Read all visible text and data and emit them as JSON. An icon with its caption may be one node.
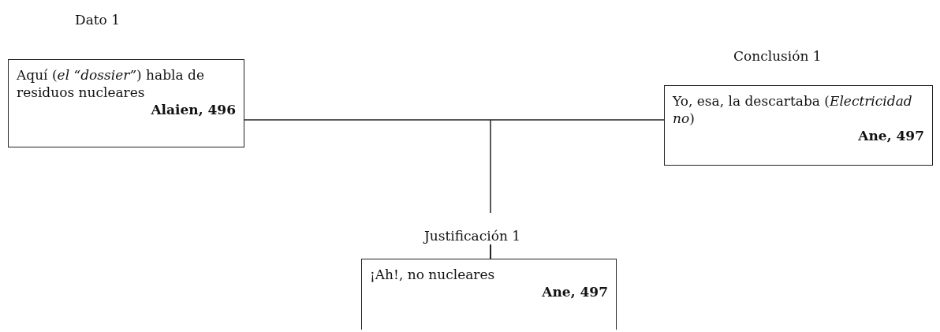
{
  "diagram": {
    "nodes": [
      {
        "text": [
          "Dato 1",
          "Aquí (*el “dossier”*) habla de residuos nucleares",
          "Alaien, 496"
        ]
      },
      {
        "text": [
          "Conclusión 1",
          "Yo, esa, la descartaba (*Electricidad no*)",
          "Ane, 497"
        ]
      },
      {
        "text": [
          "Justificación 1",
          "¡Ah!, no nucleares",
          "Ane, 497"
        ]
      }
    ],
    "edges": [
      {
        "from": 0,
        "to": 1,
        "arrow": "none"
      },
      {
        "from": 2,
        "to": null,
        "arrow": "none"
      }
    ]
  }
}
